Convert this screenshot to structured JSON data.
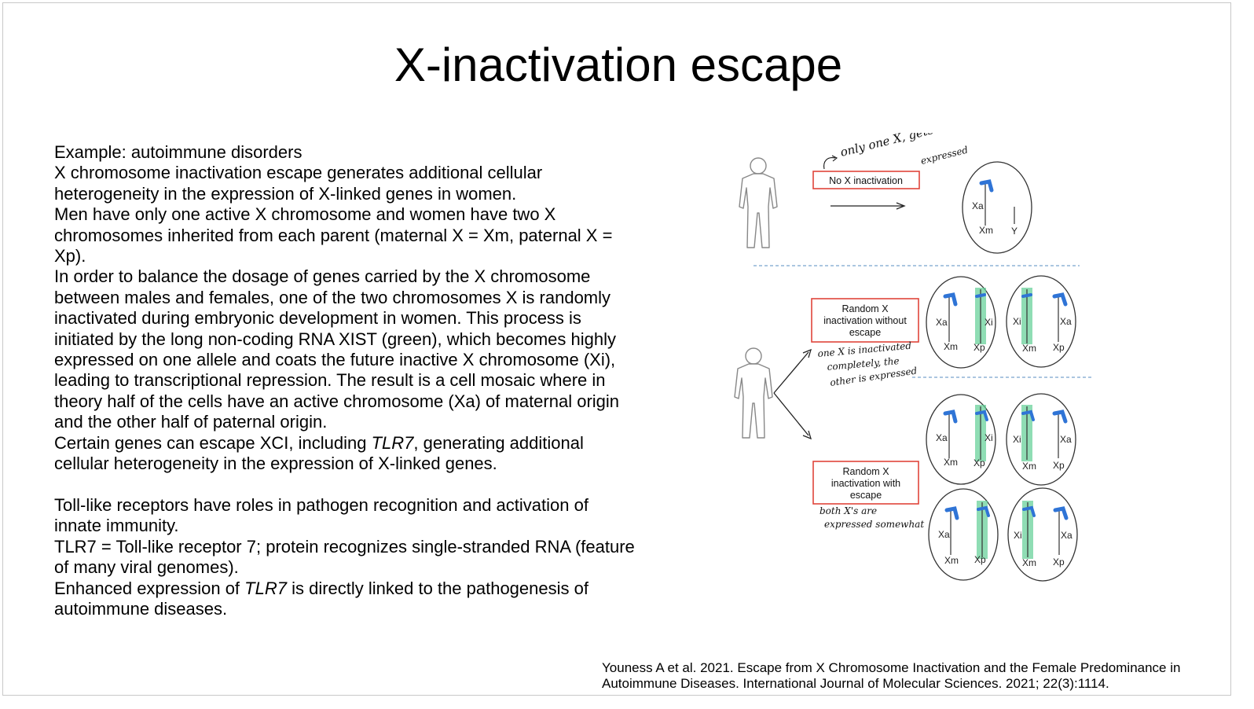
{
  "slide": {
    "title": "X-inactivation escape",
    "paragraphs": [
      [
        {
          "text": "Example: autoimmune disorders"
        }
      ],
      [
        {
          "text": "X chromosome inactivation escape generates additional cellular heterogeneity in the expression of X-linked genes in women."
        }
      ],
      [
        {
          "text": "Men have only one active X chromosome and women have two X chromosomes inherited from each parent (maternal X = Xm, paternal X = Xp)."
        }
      ],
      [
        {
          "text": "In order to balance the dosage of genes carried by the X chromosome between males and females, one of the two chromosomes X is randomly inactivated during embryonic development in women. This process is initiated by the long non-coding RNA XIST (green), which becomes highly expressed on one allele and coats the future inactive X chromosome (Xi), leading to transcriptional repression. The result is a cell mosaic where in theory half of the cells have an active chromosome (Xa) of maternal origin and the other half of paternal origin."
        }
      ],
      [
        {
          "text": "Certain genes can escape XCI, including "
        },
        {
          "text": "TLR7",
          "italic": true
        },
        {
          "text": ", generating additional cellular heterogeneity in the expression of X-linked genes."
        }
      ],
      [],
      [
        {
          "text": "Toll-like receptors have roles in pathogen recognition and activation of innate immunity."
        }
      ],
      [
        {
          "text": "TLR7 = Toll-like receptor 7; protein recognizes single-stranded RNA (feature of many viral genomes)."
        }
      ],
      [
        {
          "text": "Enhanced expression of "
        },
        {
          "text": "TLR7",
          "italic": true
        },
        {
          "text": " is directly linked to the pathogenesis of autoimmune diseases."
        }
      ]
    ],
    "citation": {
      "line1": "Youness A et al. 2021. Escape from X Chromosome Inactivation and the Female Predominance in",
      "line2": "Autoimmune Diseases. International Journal of Molecular Sciences. 2021; 22(3):1114."
    }
  },
  "figure": {
    "colors": {
      "box_border": "#e0453b",
      "chromosome_blue": "#2f74d6",
      "xist_green": "#5fcf94",
      "divider": "#8fb3d6"
    },
    "box_no_xi": "No X inactivation",
    "box_without_escape": [
      "Random X",
      "inactivation without",
      "escape"
    ],
    "box_with_escape": [
      "Random X",
      "inactivation with",
      "escape"
    ],
    "labels": {
      "xa": "Xa",
      "xi": "Xi",
      "xm": "Xm",
      "xp": "Xp",
      "y": "Y"
    },
    "handwritten": {
      "note_top": [
        "only one X, gets",
        "expressed"
      ],
      "note_middle": [
        "one X is inactivated",
        "completely, the",
        "other is expressed"
      ],
      "note_bottom": [
        "both X's are",
        "expressed somewhat"
      ]
    }
  }
}
